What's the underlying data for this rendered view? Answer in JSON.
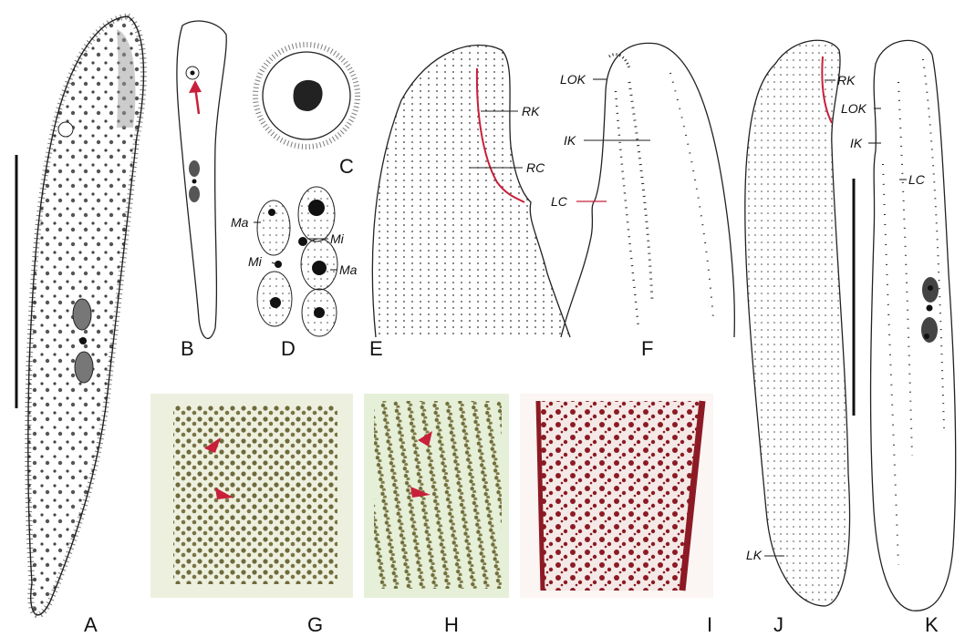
{
  "figure": {
    "panel_labels": [
      "A",
      "B",
      "C",
      "D",
      "E",
      "F",
      "G",
      "H",
      "I",
      "J",
      "K"
    ],
    "annotations": {
      "D_ma_1": "Ma",
      "D_mi_1": "Mi",
      "D_mi_2": "Mi",
      "D_ma_2": "Ma",
      "E_rk": "RK",
      "E_rc": "RC",
      "F_lok": "LOK",
      "F_ik": "IK",
      "F_lc": "LC",
      "J_rk": "RK",
      "J_lk": "LK",
      "K_lok": "LOK",
      "K_ik": "IK",
      "K_lc": "LC"
    },
    "colors": {
      "ink": "#222222",
      "highlight_red": "#c8203a",
      "photo_G_background": "#eef0df",
      "photo_H_background": "#e6efd8",
      "photo_I_stain": "#8c1a24"
    }
  }
}
